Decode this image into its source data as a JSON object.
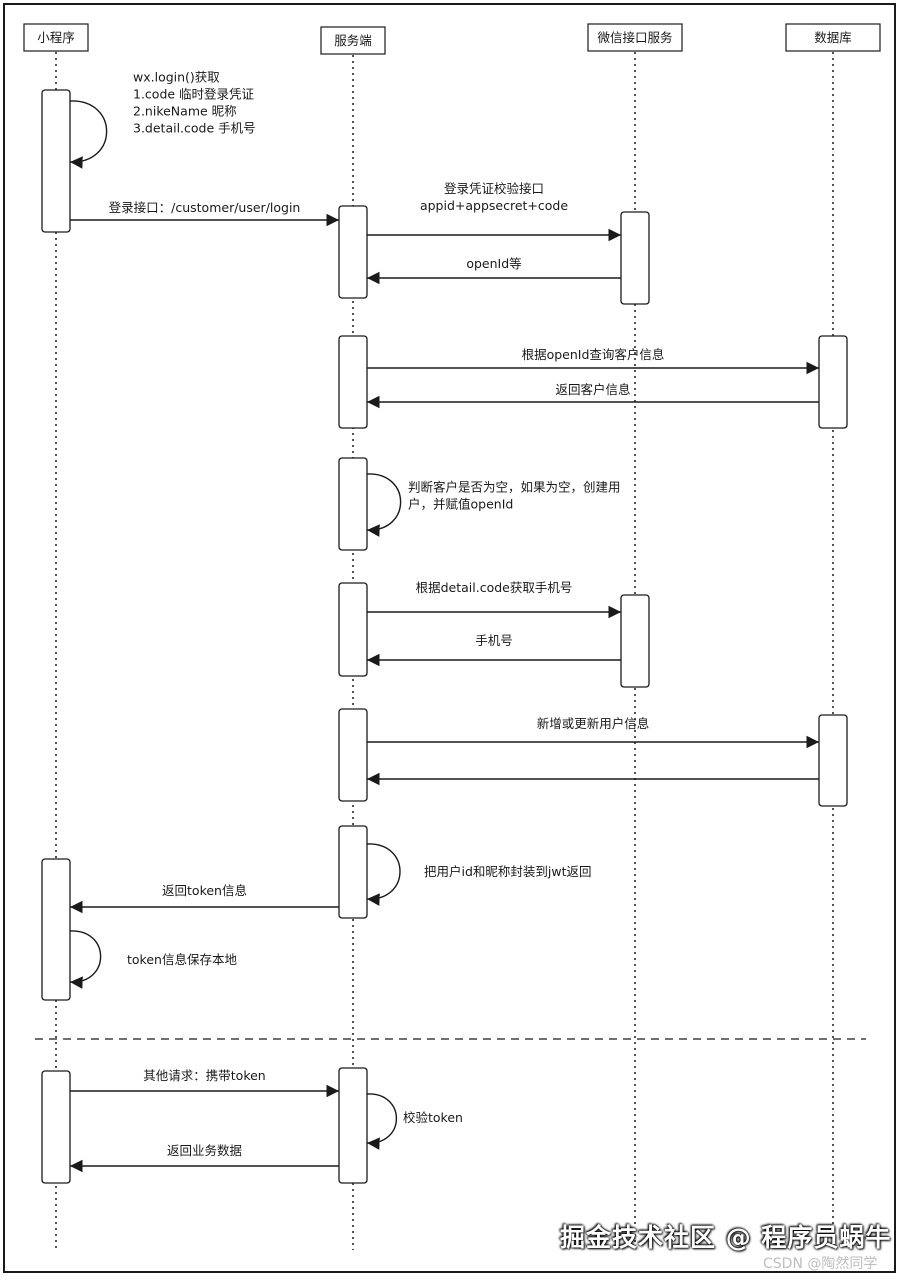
{
  "participants": [
    {
      "id": "mp",
      "label": "小程序"
    },
    {
      "id": "srv",
      "label": "服务端"
    },
    {
      "id": "wx",
      "label": "微信接口服务"
    },
    {
      "id": "db",
      "label": "数据库"
    }
  ],
  "messages": [
    {
      "id": "m1",
      "type": "self",
      "from": "mp",
      "lines": [
        "wx.login()获取",
        "1.code      临时登录凭证",
        "2.nikeName    昵称",
        "3.detail.code   手机号"
      ]
    },
    {
      "id": "m2",
      "type": "call",
      "from": "mp",
      "to": "srv",
      "lines": [
        "登录接口：/customer/user/login"
      ]
    },
    {
      "id": "m3",
      "type": "call",
      "from": "srv",
      "to": "wx",
      "lines": [
        "登录凭证校验接口",
        "appid+appsecret+code"
      ]
    },
    {
      "id": "m4",
      "type": "return",
      "from": "wx",
      "to": "srv",
      "lines": [
        "openId等"
      ]
    },
    {
      "id": "m5",
      "type": "call",
      "from": "srv",
      "to": "db",
      "lines": [
        "根据openId查询客户信息"
      ]
    },
    {
      "id": "m6",
      "type": "return",
      "from": "db",
      "to": "srv",
      "lines": [
        "返回客户信息"
      ]
    },
    {
      "id": "m7",
      "type": "self",
      "from": "srv",
      "lines": [
        "判断客户是否为空，如果为空，创建用",
        "户，并赋值openId"
      ]
    },
    {
      "id": "m8",
      "type": "call",
      "from": "srv",
      "to": "wx",
      "lines": [
        "根据detail.code获取手机号"
      ]
    },
    {
      "id": "m9",
      "type": "return",
      "from": "wx",
      "to": "srv",
      "lines": [
        "手机号"
      ]
    },
    {
      "id": "m10",
      "type": "call",
      "from": "srv",
      "to": "db",
      "lines": [
        "新增或更新用户信息"
      ]
    },
    {
      "id": "m11",
      "type": "return",
      "from": "db",
      "to": "srv",
      "lines": []
    },
    {
      "id": "m12",
      "type": "self",
      "from": "srv",
      "lines": [
        "把用户id和昵称封装到jwt返回"
      ]
    },
    {
      "id": "m13",
      "type": "return",
      "from": "srv",
      "to": "mp",
      "lines": [
        "返回token信息"
      ]
    },
    {
      "id": "m14",
      "type": "self",
      "from": "mp",
      "lines": [
        "token信息保存本地"
      ]
    },
    {
      "id": "m15",
      "type": "call",
      "from": "mp",
      "to": "srv",
      "lines": [
        "其他请求：携带token"
      ]
    },
    {
      "id": "m16",
      "type": "self",
      "from": "srv",
      "lines": [
        "校验token"
      ]
    },
    {
      "id": "m17",
      "type": "return",
      "from": "srv",
      "to": "mp",
      "lines": [
        "返回业务数据"
      ]
    }
  ],
  "watermark": {
    "text": "掘金技术社区 @ 程序员蜗牛",
    "source": "CSDN @陶然同学"
  },
  "colors": {
    "line": "#1a1a1a",
    "box_fill": "#ffffff"
  }
}
